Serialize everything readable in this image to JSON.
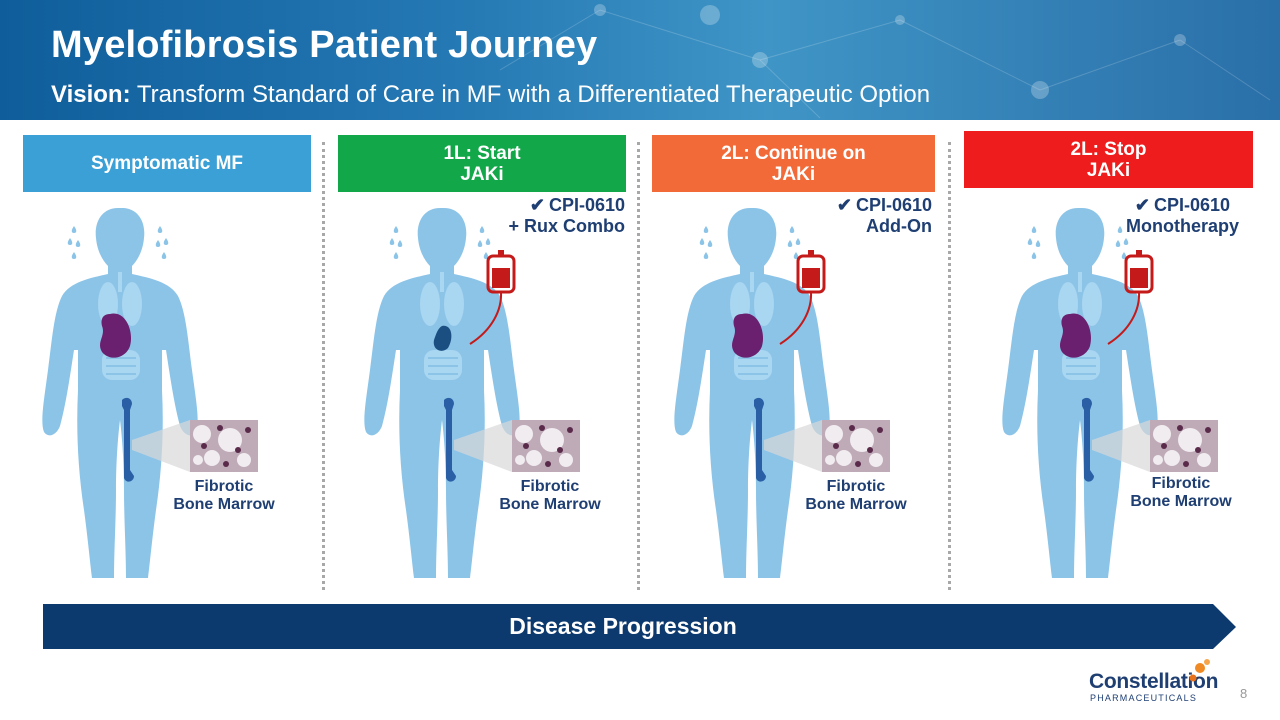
{
  "header": {
    "title": "Myelofibrosis Patient Journey",
    "subtitle_bold": "Vision:",
    "subtitle_rest": " Transform Standard of Care in MF with a Differentiated Therapeutic Option"
  },
  "stages": [
    {
      "line1": "Symptomatic MF",
      "line2": "",
      "color": "#3aa0d6"
    },
    {
      "line1": "1L: Start",
      "line2": "JAKi",
      "color": "#12a84a"
    },
    {
      "line1": "2L: Continue on",
      "line2": "JAKi",
      "color": "#f26a38"
    },
    {
      "line1": "2L: Stop",
      "line2": "JAKi",
      "color": "#ee1c1c"
    }
  ],
  "treatments": [
    {
      "line1": "CPI-0610",
      "line2": "+ Rux Combo"
    },
    {
      "line1": "CPI-0610",
      "line2": "Add-On"
    },
    {
      "line1": "CPI-0610",
      "line2": "Monotherapy"
    }
  ],
  "marrow_labels": [
    {
      "line1": "Fibrotic",
      "line2": "Bone Marrow"
    },
    {
      "line1": "Fibrotic",
      "line2": "Bone Marrow"
    },
    {
      "line1": "Fibrotic",
      "line2": "Bone Marrow"
    },
    {
      "line1": "Fibrotic",
      "line2": "Bone Marrow"
    }
  ],
  "progress": {
    "label": "Disease Progression"
  },
  "logo": {
    "name": "Constellation",
    "sub": "PHARMACEUTICALS"
  },
  "page_number": "8",
  "colors": {
    "body": "#8cc4e8",
    "organ": "#a9d6f1",
    "spleen_large": "#6a1f6f",
    "spleen_normal": "#1b4f82",
    "bone": "#2a5fa6",
    "iv_bag": "#c41a1a",
    "progress": "#0d3a6e",
    "navy": "#1f3f73"
  }
}
